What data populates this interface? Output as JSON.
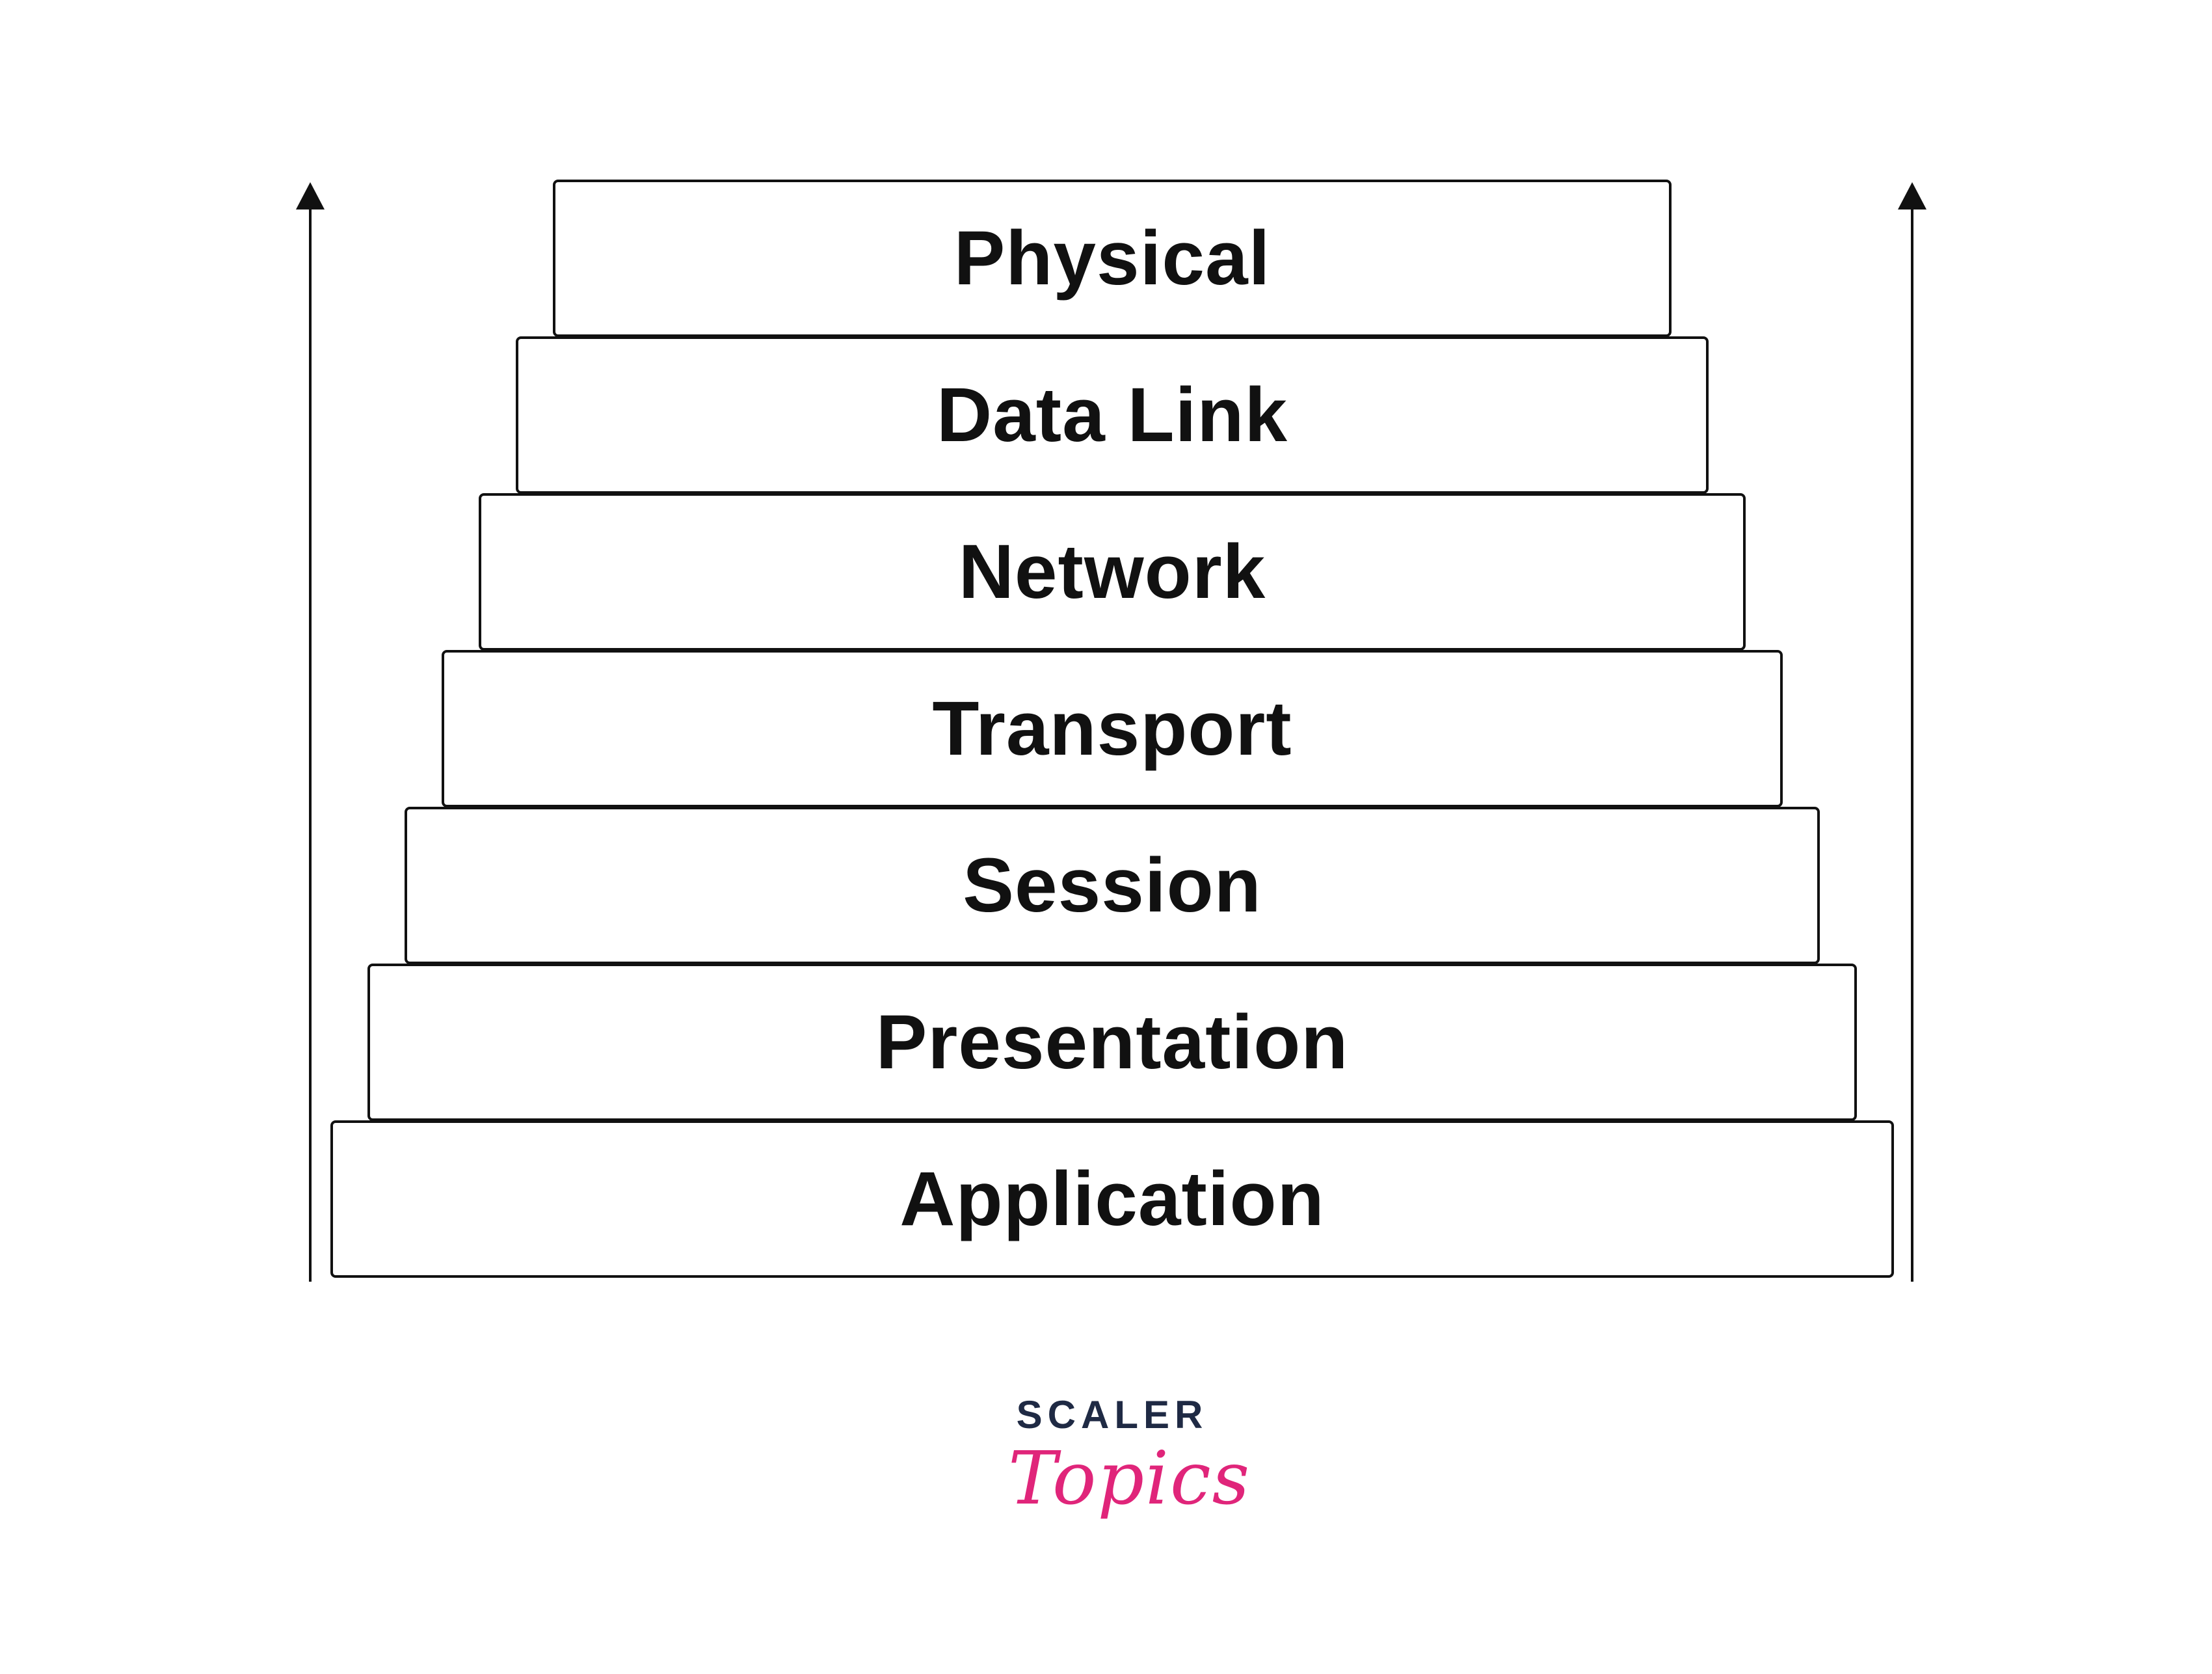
{
  "diagram": {
    "layers": [
      {
        "label": "Physical"
      },
      {
        "label": "Data Link"
      },
      {
        "label": "Network"
      },
      {
        "label": "Transport"
      },
      {
        "label": "Session"
      },
      {
        "label": "Presentation"
      },
      {
        "label": "Application"
      }
    ],
    "arrows": [
      {
        "direction": "up",
        "side": "left"
      },
      {
        "direction": "up",
        "side": "right"
      }
    ],
    "colors": {
      "stroke": "#111111",
      "text": "#111111",
      "background": "#ffffff"
    }
  },
  "logo": {
    "top_text": "SCALER",
    "bottom_text": "Topics",
    "top_color": "#1f2a44",
    "bottom_color": "#e0257a"
  }
}
